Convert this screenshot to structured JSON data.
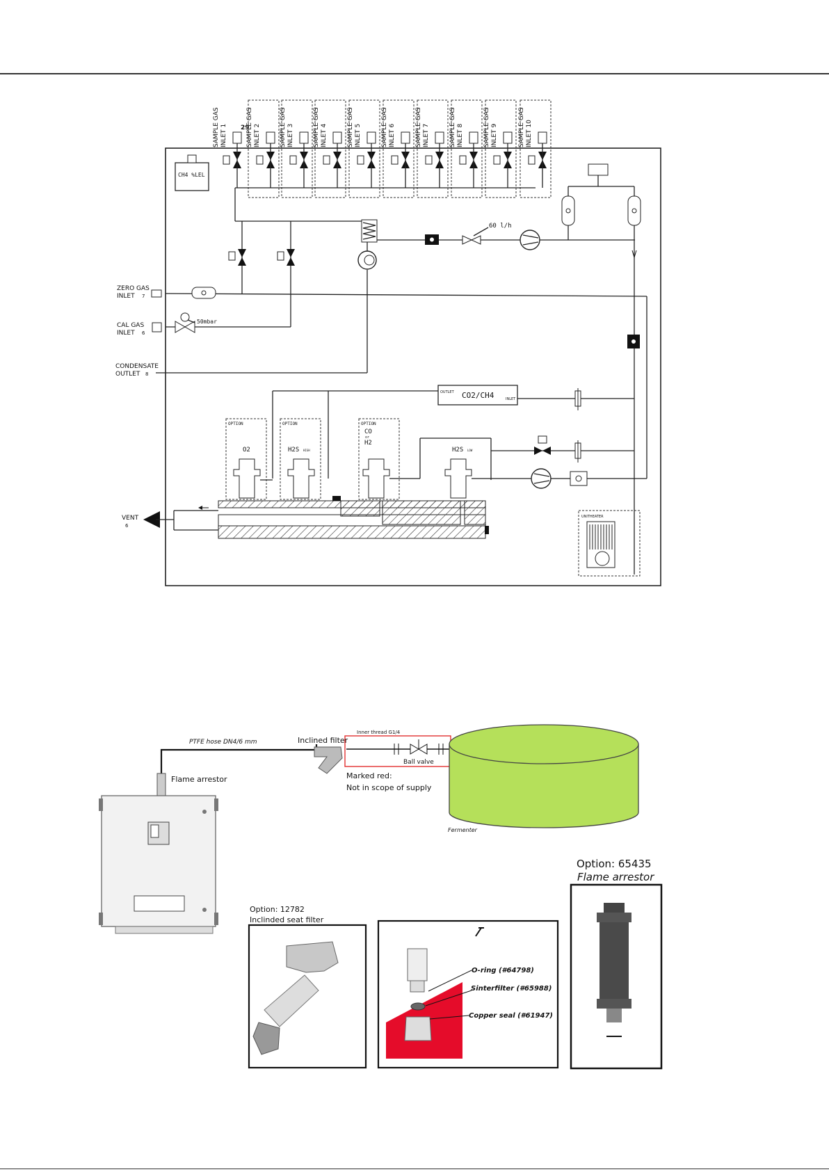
{
  "schematic": {
    "inlets": [
      "SAMPLE GAS INLET 1",
      "SAMPLE GAS INLET 2",
      "SAMPLE GAS INLET 3",
      "SAMPLE GAS INLET 4",
      "SAMPLE GAS INLET 5",
      "SAMPLE GAS INLET 6",
      "SAMPLE GAS INLET 7",
      "SAMPLE GAS INLET 8",
      "SAMPLE GAS INLET 9",
      "SAMPLE GAS INLET 10"
    ],
    "inlet1_port": "29",
    "ch4_lel": "CH4 %LEL",
    "flow_rate": "60 l/h",
    "zero_gas": [
      "ZERO GAS",
      "INLET"
    ],
    "zero_gas_num": "7",
    "cal_gas": [
      "CAL GAS",
      "INLET"
    ],
    "cal_gas_num": "6",
    "pressure": "50mbar",
    "condensate": [
      "CONDENSATE",
      "OUTLET"
    ],
    "condensate_num": "8",
    "vent": "VENT",
    "vent_num": "6",
    "co2_ch4": "CO2/CH4",
    "outlet_label": "OUTLET",
    "inlet_label": "INLET",
    "option_label": "OPTION",
    "sensor_o2": "O2",
    "sensor_h2s_high": "H2S",
    "sensor_h2s_high_sub": "HIGH",
    "sensor_co": [
      "CO",
      "or",
      "H2"
    ],
    "sensor_h2s_low": "H2S",
    "sensor_h2s_low_sub": "LOW",
    "heater": "UNITHEATER"
  },
  "installation": {
    "hose": "PTFE hose DN4/6 mm",
    "inclined_filter": "Inclined filter",
    "inner_thread": "Inner thread G1/4",
    "ball_valve": "Ball valve",
    "marked_red": "Marked red:",
    "not_in_scope": "Not in scope of supply",
    "flame_arrestor_label": "Flame arrestor",
    "fermenter": "Fermenter",
    "option_filter": "Option: 12782",
    "option_filter_name": "Inclinded seat filter",
    "o_ring": "O-ring (#64798)",
    "sinterfilter": "Sinterfilter (#65988)",
    "copper_seal": "Copper seal (#61947)",
    "option_arrestor": "Option: 65435",
    "option_arrestor_name": "Flame arrestor"
  }
}
